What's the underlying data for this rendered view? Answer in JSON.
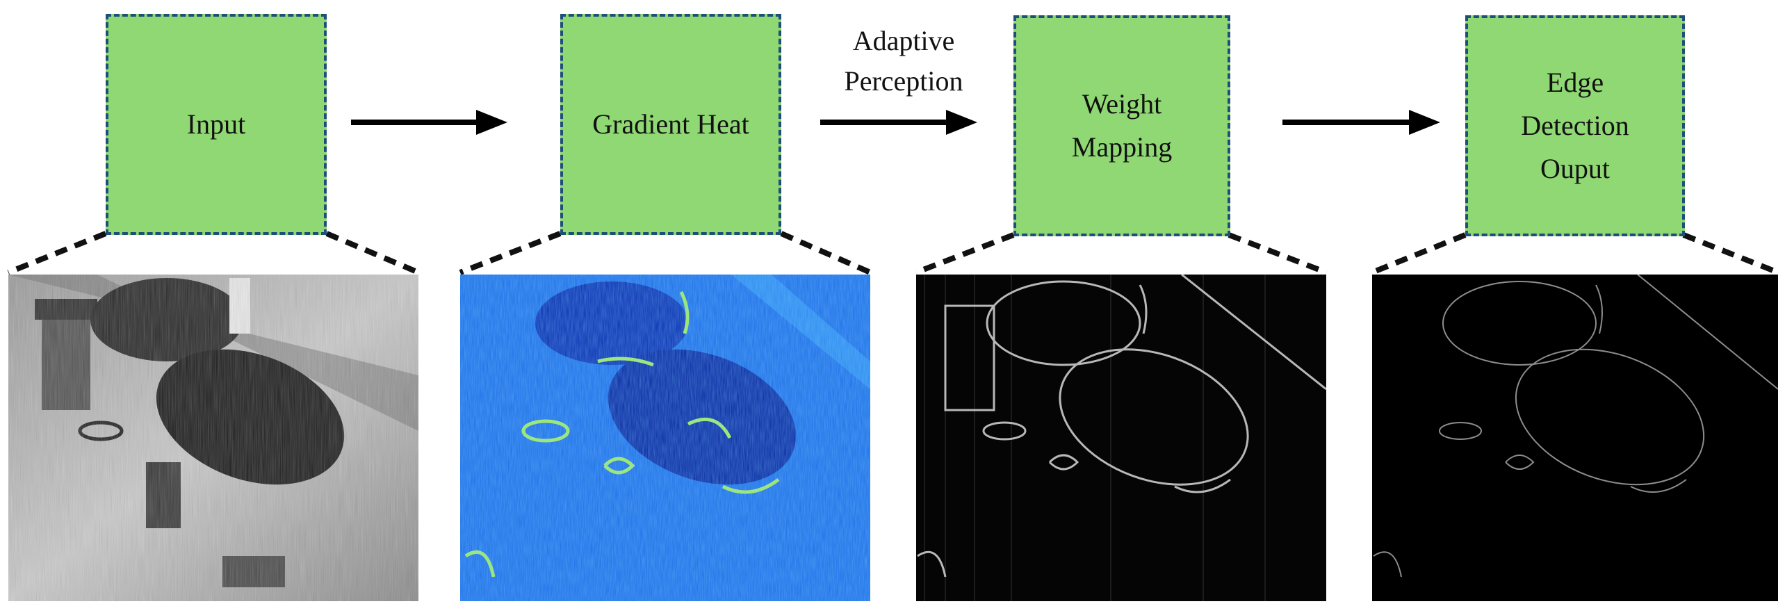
{
  "boxes": [
    {
      "lines": [
        "Input"
      ]
    },
    {
      "lines": [
        "Gradient Heat"
      ]
    },
    {
      "lines": [
        "Weight",
        "Mapping"
      ]
    },
    {
      "lines": [
        "Edge",
        "Detection",
        "Ouput"
      ]
    }
  ],
  "arrow_labels": [
    {
      "lines": [
        "Adaptive",
        "Perception"
      ]
    }
  ],
  "colors": {
    "box_fill": "#8fd873",
    "box_border": "#1f4e79",
    "arrow": "#000000"
  }
}
